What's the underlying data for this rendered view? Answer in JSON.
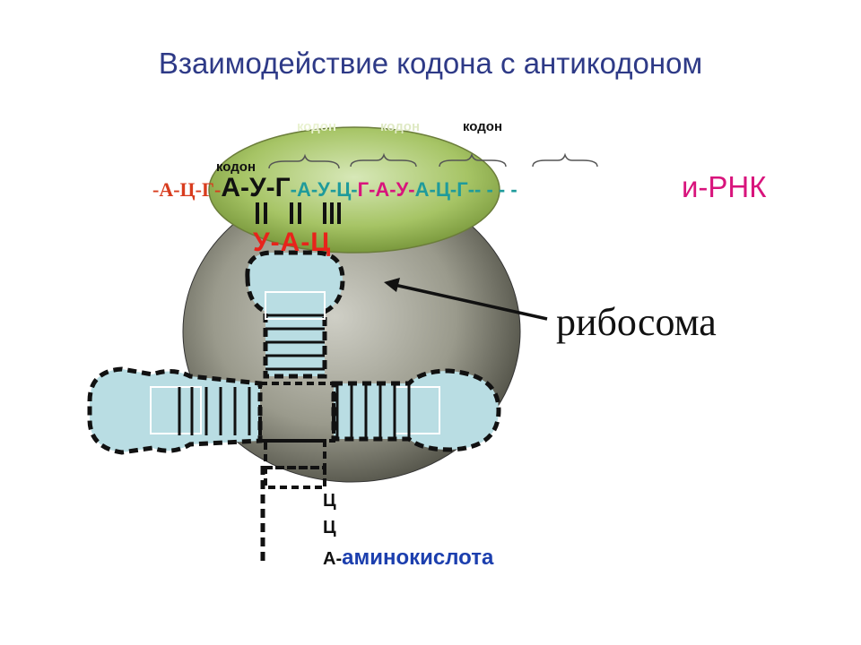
{
  "title": "Взаимодействие кодона с антикодоном",
  "codon_labels": [
    {
      "text": "кодон",
      "color": "#e9f2d0"
    },
    {
      "text": "кодон",
      "color": "#dfe9c4"
    },
    {
      "text": "кодон",
      "color": "#111111"
    },
    {
      "text": "кодон",
      "color": "#111111"
    }
  ],
  "mrna": {
    "sequence": [
      {
        "text": "-А-Ц-Г-",
        "style": "red"
      },
      {
        "text": "А-У-Г",
        "style": "big"
      },
      {
        "text": "-А-У-Ц-",
        "style": "teal"
      },
      {
        "text": "Г-А-У-",
        "style": "pink"
      },
      {
        "text": "А-Ц-Г-",
        "style": "teal"
      },
      {
        "text": " - - - -",
        "style": "teal"
      }
    ],
    "label": "и-РНК"
  },
  "anticodon": "У-А-Ц",
  "ribosome_label": "рибосома",
  "trna_tail": [
    "Ц",
    "Ц"
  ],
  "amino_prefix": "А-",
  "amino_label": "аминокислота",
  "colors": {
    "title": "#2e3a87",
    "ribosome_body": "#8e8e80",
    "ribosome_cap": "#9fbf5a",
    "trna_fill": "#b9dde3",
    "mrna_pink": "#d8147c",
    "mrna_teal": "#1f9b9b",
    "mrna_red": "#d83c1e",
    "anticodon": "#e8231b",
    "amino": "#1c3fae"
  }
}
